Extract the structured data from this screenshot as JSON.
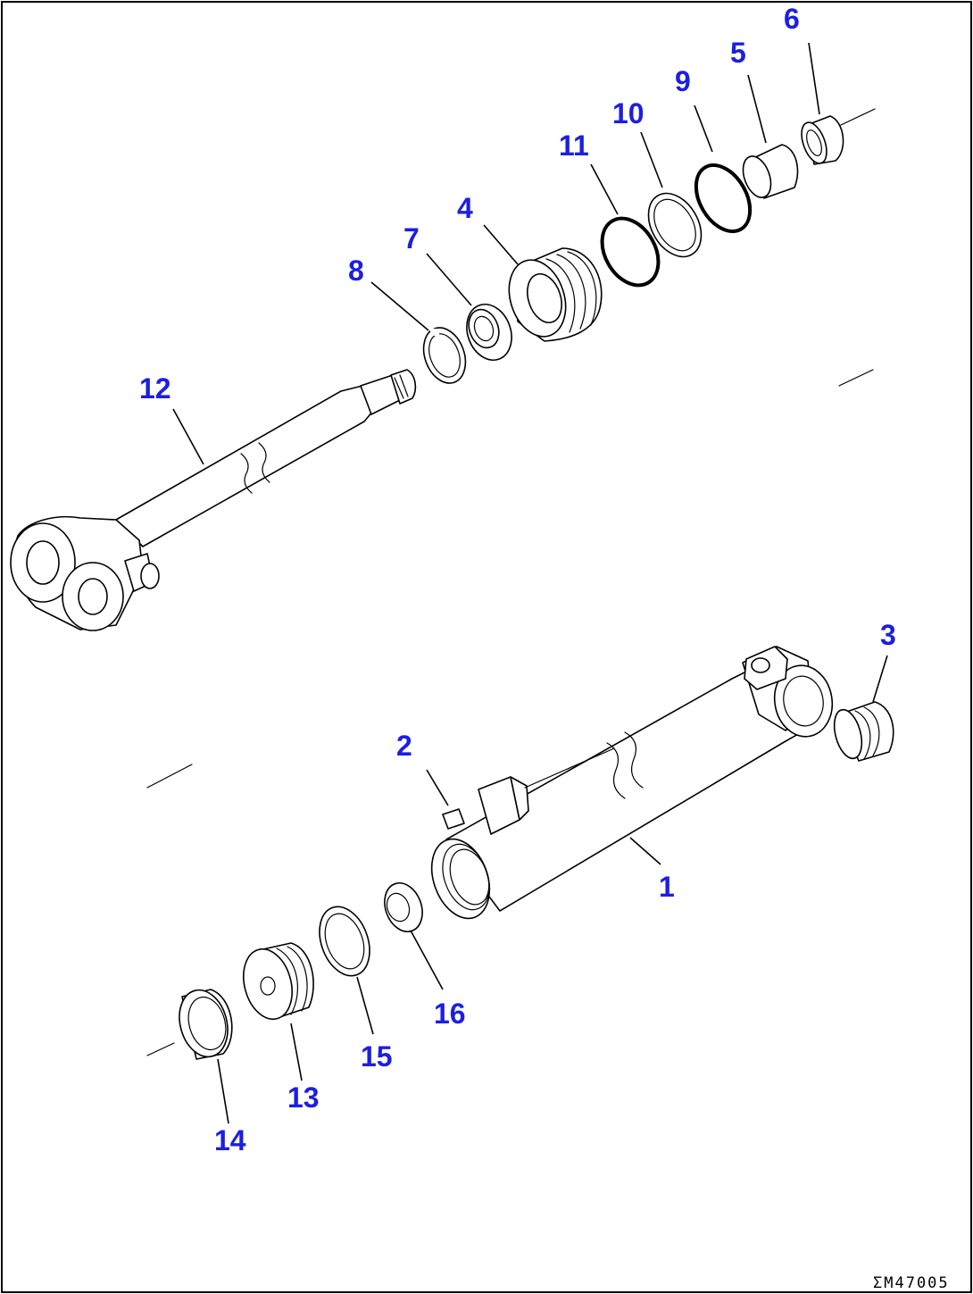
{
  "diagram": {
    "callouts": {
      "c1": "1",
      "c2": "2",
      "c3": "3",
      "c4": "4",
      "c5": "5",
      "c6": "6",
      "c7": "7",
      "c8": "8",
      "c9": "9",
      "c10": "10",
      "c11": "11",
      "c12": "12",
      "c13": "13",
      "c14": "14",
      "c15": "15",
      "c16": "16"
    },
    "drawing_code": "ΣM47005",
    "colors": {
      "callout": "#1c1fe0",
      "line": "#000000",
      "background": "#ffffff"
    }
  }
}
